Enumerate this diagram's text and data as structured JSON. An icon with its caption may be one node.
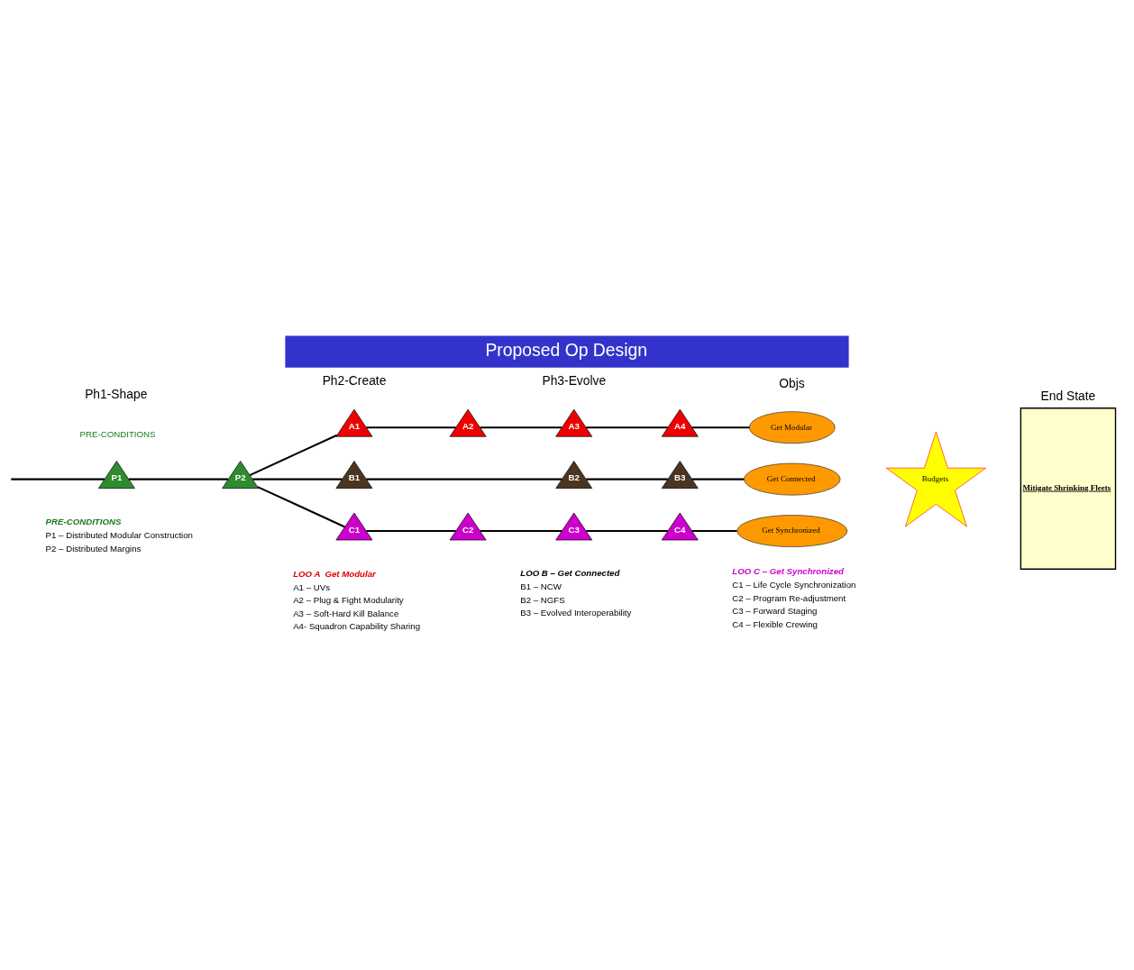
{
  "diagram": {
    "title": "Proposed Op Design",
    "nodes": [
      {
        "text": [
          "P1"
        ]
      },
      {
        "text": [
          "P2"
        ]
      },
      {
        "text": [
          "A1"
        ]
      },
      {
        "text": [
          "A2"
        ]
      },
      {
        "text": [
          "A3"
        ]
      },
      {
        "text": [
          "A4"
        ]
      },
      {
        "text": [
          "B1"
        ]
      },
      {
        "text": [
          "B2"
        ]
      },
      {
        "text": [
          "B3"
        ]
      },
      {
        "text": [
          "C1"
        ]
      },
      {
        "text": [
          "C2"
        ]
      },
      {
        "text": [
          "C3"
        ]
      },
      {
        "text": [
          "C4"
        ]
      },
      {
        "text": [
          "Get Modular"
        ]
      },
      {
        "text": [
          "Get Connected"
        ]
      },
      {
        "text": [
          "Get Synchronized"
        ]
      },
      {
        "text": [
          "Budgets"
        ]
      },
      {
        "text": [
          "End State",
          "Mitigate Shrinking Fleets"
        ]
      }
    ],
    "edges": [
      {
        "from": null,
        "to": 0,
        "arrow": "none"
      },
      {
        "from": 0,
        "to": 1,
        "arrow": "none"
      },
      {
        "from": 1,
        "to": 2,
        "arrow": "none"
      },
      {
        "from": 1,
        "to": 6,
        "arrow": "none"
      },
      {
        "from": 1,
        "to": 9,
        "arrow": "none"
      },
      {
        "from": 2,
        "to": 3,
        "arrow": "none"
      },
      {
        "from": 3,
        "to": 4,
        "arrow": "none"
      },
      {
        "from": 4,
        "to": 5,
        "arrow": "none"
      },
      {
        "from": 5,
        "to": 13,
        "arrow": "none"
      },
      {
        "from": 6,
        "to": 7,
        "arrow": "none"
      },
      {
        "from": 7,
        "to": 8,
        "arrow": "none"
      },
      {
        "from": 8,
        "to": 14,
        "arrow": "none"
      },
      {
        "from": 9,
        "to": 10,
        "arrow": "none"
      },
      {
        "from": 10,
        "to": 11,
        "arrow": "none"
      },
      {
        "from": 11,
        "to": 12,
        "arrow": "none"
      },
      {
        "from": 12,
        "to": 15,
        "arrow": "none"
      }
    ],
    "labels": [
      "Ph1-Shape",
      "Ph2-Create",
      "Ph3-Evolve",
      "Objs",
      "PRE-CONDITIONS",
      "PRE-CONDITIONS",
      "P1 – Distributed Modular Construction",
      "P2 – Distributed Margins",
      "LOO A  Get Modular",
      "A1 – UVs",
      "A2 – Plug & Fight Modularity",
      "A3 – Soft-Hard Kill Balance",
      "A4- Squadron Capability Sharing",
      "LOO B – Get Connected",
      "B1 – NCW",
      "B2 – NGFS",
      "B3 – Evolved Interoperability",
      "LOO C – Get Synchronized",
      "C1 – Life Cycle Synchronization",
      "C2 – Program Re-adjustment",
      "C3 – Forward Staging",
      "C4 – Flexible Crewing"
    ]
  }
}
